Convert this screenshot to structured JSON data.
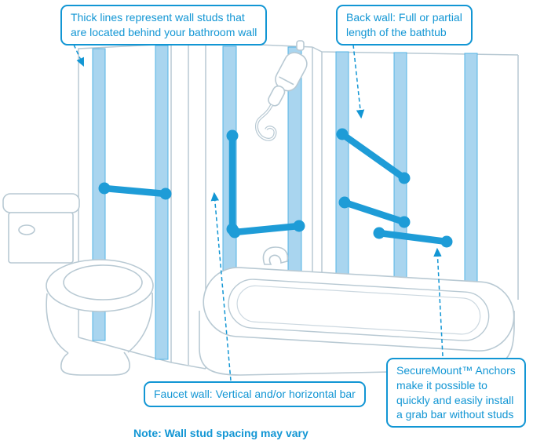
{
  "callouts": {
    "studs_lines": [
      "Thick lines represent wall studs that",
      "are located behind your bathroom wall"
    ],
    "back_wall_lines": [
      "Back wall: Full or partial",
      "length of the bathtub"
    ],
    "faucet_wall_label": "Faucet wall: Vertical and/or horizontal bar",
    "securemount_lines": [
      "SecureMount™ Anchors",
      "make it possible to",
      "quickly and easily install",
      "a grab bar without studs"
    ]
  },
  "note": "Note: Wall stud spacing may vary",
  "colors": {
    "accent_blue": "#1296d4",
    "stud_fill": "#a9d5ef",
    "stud_edge": "#54b4e4",
    "grab_bar_blue": "#1e9cd7",
    "outline_gray": "#b8c9d3"
  },
  "diagram": {
    "parts": [
      "wall-studs",
      "grab-bars",
      "handheld-shower",
      "bathtub",
      "tub-faucet",
      "toilet"
    ]
  }
}
